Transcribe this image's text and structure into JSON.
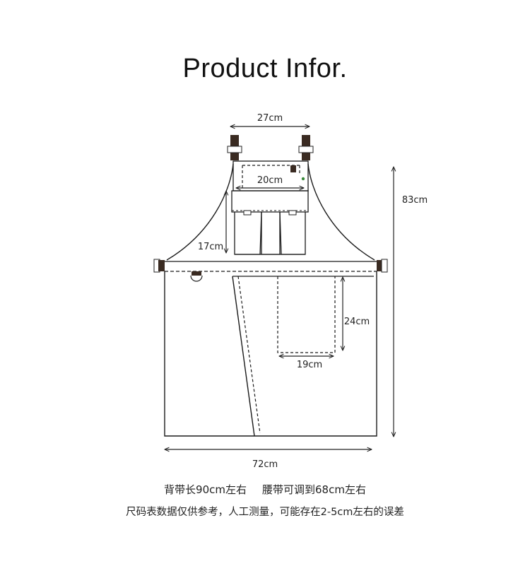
{
  "title": "Product Infor.",
  "dimensions": {
    "top_width": "27cm",
    "bib_pocket_width": "20cm",
    "bib_pocket_height": "17cm",
    "total_length": "83cm",
    "pocket_height": "24cm",
    "pocket_width": "19cm",
    "bottom_width": "72cm"
  },
  "notes": {
    "strap_length": "背带长90cm左右",
    "waist_adjustable": "腰带可调到68cm左右",
    "disclaimer": "尺码表数据仅供参考，人工测量，可能存在2-5cm左右的误差"
  }
}
